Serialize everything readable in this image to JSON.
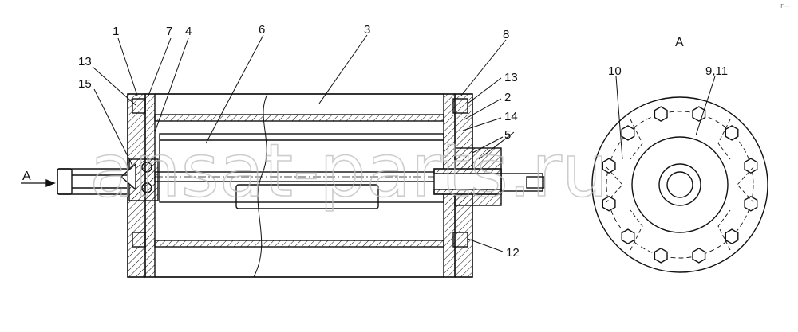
{
  "labels": {
    "l1": "1",
    "l7": "7",
    "l4": "4",
    "l6": "6",
    "l3": "3",
    "l8": "8",
    "l13a": "13",
    "l15": "15",
    "l13b": "13",
    "l2": "2",
    "l14": "14",
    "l5": "5",
    "l12": "12",
    "l10": "10",
    "l911": "9,11"
  },
  "view_arrow_label": "A",
  "view_title": "A",
  "watermark": "ansat-parts.ru",
  "corner_mark": "r—"
}
